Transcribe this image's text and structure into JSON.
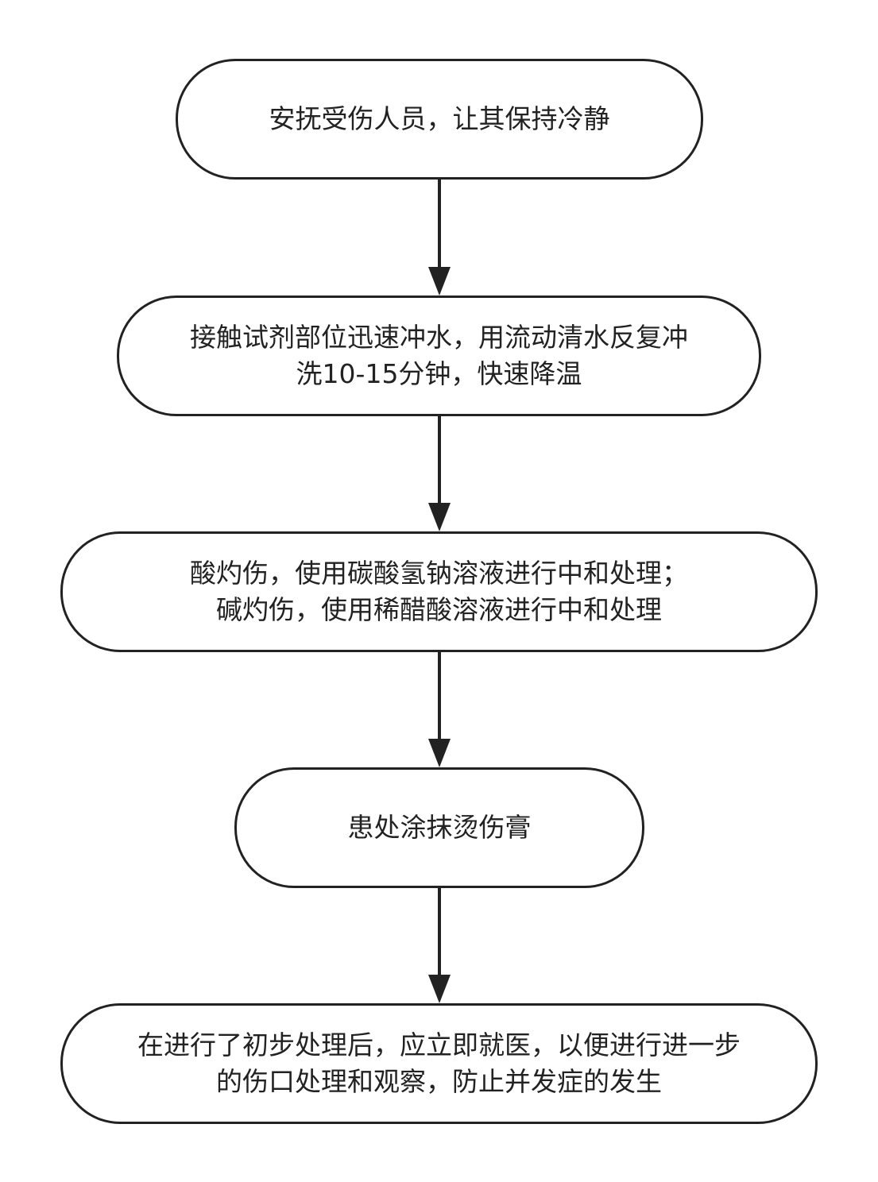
{
  "diagram": {
    "type": "flowchart",
    "colors": {
      "stroke": "#222222",
      "fill": "#ffffff",
      "text": "#222222"
    },
    "nodes": [
      {
        "id": "n1",
        "lines": [
          "安抚受伤人员，让其保持冷静"
        ]
      },
      {
        "id": "n2",
        "lines": [
          "接触试剂部位迅速冲水，用流动清水反复冲",
          "洗10-15分钟，快速降温"
        ]
      },
      {
        "id": "n3",
        "lines": [
          "酸灼伤，使用碳酸氢钠溶液进行中和处理；",
          "碱灼伤，使用稀醋酸溶液进行中和处理"
        ]
      },
      {
        "id": "n4",
        "lines": [
          "患处涂抹烫伤膏"
        ]
      },
      {
        "id": "n5",
        "lines": [
          "在进行了初步处理后，应立即就医，以便进行进一步",
          "的伤口处理和观察，防止并发症的发生"
        ]
      }
    ],
    "edges": [
      {
        "from": "n1",
        "to": "n2"
      },
      {
        "from": "n2",
        "to": "n3"
      },
      {
        "from": "n3",
        "to": "n4"
      },
      {
        "from": "n4",
        "to": "n5"
      }
    ]
  }
}
